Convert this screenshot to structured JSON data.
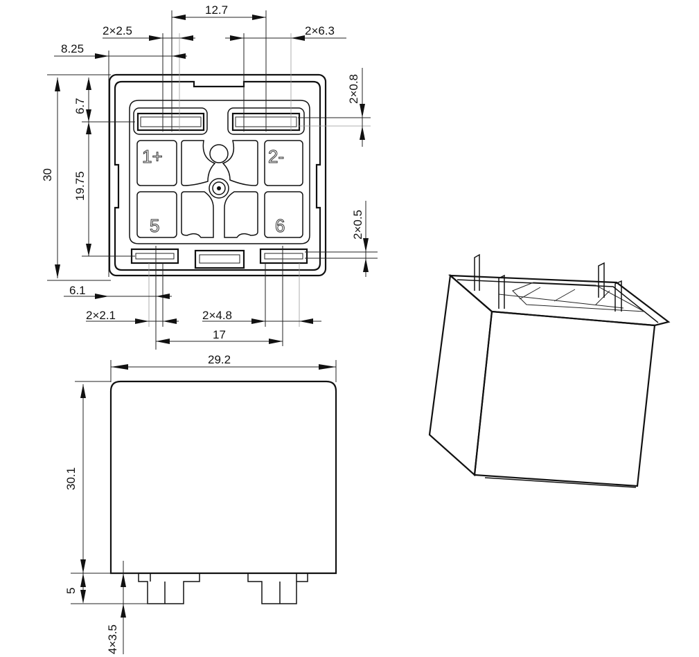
{
  "title": "Relay dimensional drawing",
  "top_view": {
    "pins": [
      "1+",
      "2-",
      "5",
      "6"
    ],
    "dims": {
      "pitch_top": "12.7",
      "pin_width_left": "2×2.5",
      "pin_width_right": "2×6.3",
      "offset_left": "8.25",
      "height": "30",
      "top_offset": "6.7",
      "pin_span": "19.75",
      "pin_thick_top": "2×0.8",
      "pin_thick_bottom": "2×0.5",
      "offset_bottom": "6.1",
      "pin_width_bottom_left": "2×2.1",
      "pin_width_bottom_right": "2×4.8",
      "pitch_bottom": "17"
    }
  },
  "side_view": {
    "dims": {
      "width": "29.2",
      "height": "30.1",
      "pin_length": "5",
      "pin_width": "4×3.5"
    }
  }
}
